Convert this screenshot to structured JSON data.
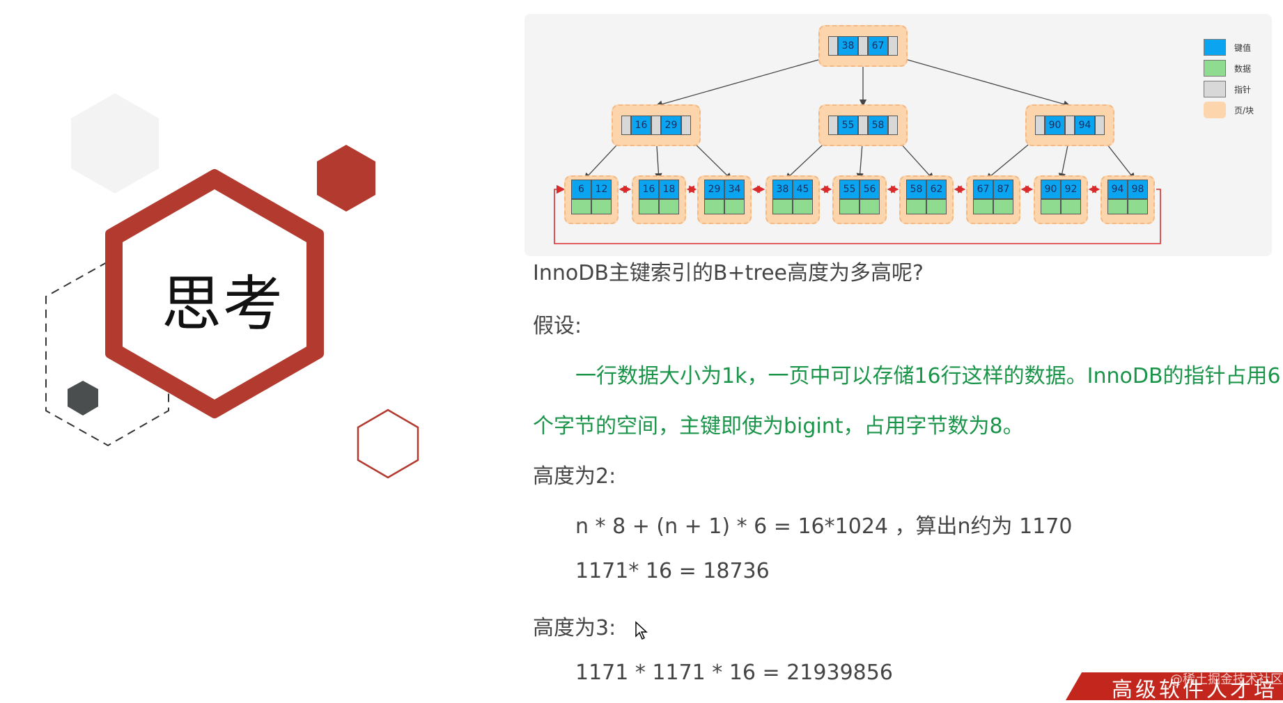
{
  "title": "思考",
  "diagram": {
    "legend": {
      "key": "键值",
      "data": "数据",
      "pointer": "指针",
      "page": "页/块"
    },
    "colors": {
      "key": "#0aa4f0",
      "data": "#8fdb8f",
      "pointer": "#d8d8d8",
      "page": "#fcd5ac",
      "link": "#d92b2b"
    },
    "root": [
      "38",
      "67"
    ],
    "internal": [
      [
        "16",
        "29"
      ],
      [
        "55",
        "58"
      ],
      [
        "90",
        "94"
      ]
    ],
    "leaves": [
      [
        "6",
        "12"
      ],
      [
        "16",
        "18"
      ],
      [
        "29",
        "34"
      ],
      [
        "38",
        "45"
      ],
      [
        "55",
        "56"
      ],
      [
        "58",
        "62"
      ],
      [
        "67",
        "87"
      ],
      [
        "90",
        "92"
      ],
      [
        "94",
        "98"
      ]
    ]
  },
  "content": {
    "question": "InnoDB主键索引的B+tree高度为多高呢?",
    "assume_label": "假设:",
    "assume_line1": "一行数据大小为1k，一页中可以存储16行这样的数据。InnoDB的指针占用6",
    "assume_line2": "个字节的空间，主键即使为bigint，占用字节数为8。",
    "height2_label": "高度为2:",
    "height2_formula": "n * 8 + (n + 1) * 6 = 16*1024 ，算出n约为 1170",
    "height2_result": "1171* 16 = 18736",
    "height3_label": "高度为3:",
    "height3_result": "1171 * 1171 * 16 = 21939856"
  },
  "banner": {
    "text": "高级软件人才培",
    "watermark": "@稀土掘金技术社区"
  }
}
